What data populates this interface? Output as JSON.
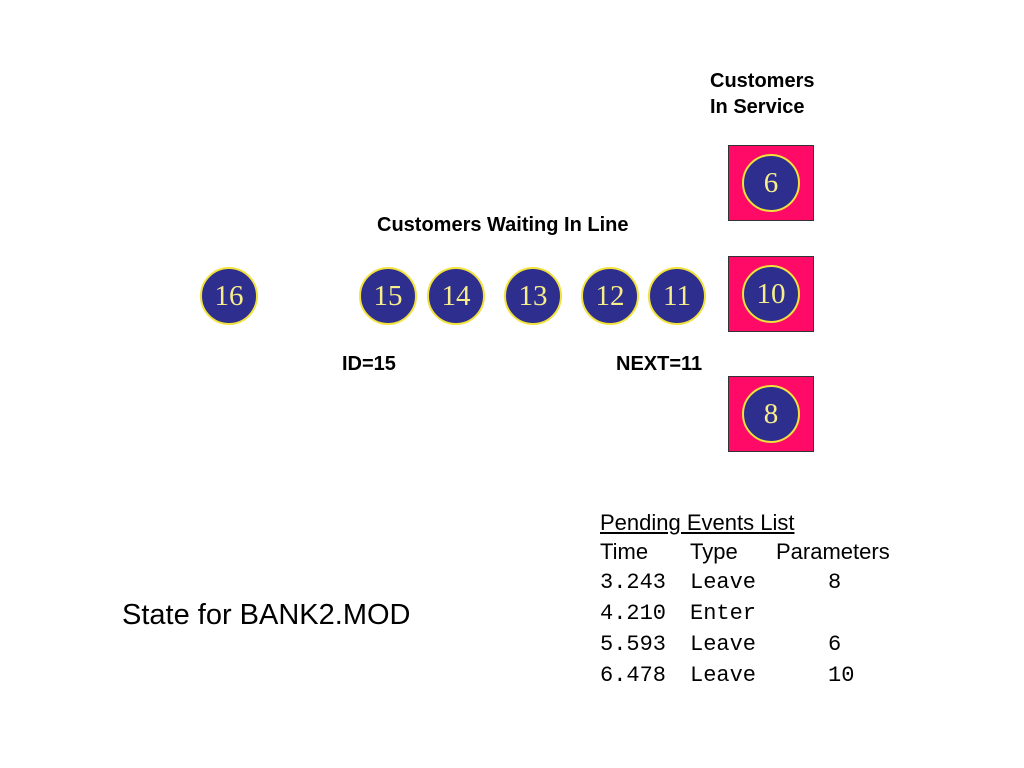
{
  "labels": {
    "in_service_line1": "Customers",
    "in_service_line2": "In Service",
    "waiting": "Customers Waiting In Line",
    "id": "ID=15",
    "next": "NEXT=11"
  },
  "arriving_customer": "16",
  "queue": [
    "15",
    "14",
    "13",
    "12",
    "11"
  ],
  "servers": [
    "6",
    "10",
    "8"
  ],
  "title": "State for BANK2.MOD",
  "pending_events": {
    "heading": "Pending Events List",
    "columns": [
      "Time",
      "Type",
      "Parameters"
    ],
    "rows": [
      {
        "time": "3.243",
        "type": "Leave",
        "param": "8"
      },
      {
        "time": "4.210",
        "type": "Enter",
        "param": ""
      },
      {
        "time": "5.593",
        "type": "Leave",
        "param": "6"
      },
      {
        "time": "6.478",
        "type": "Leave",
        "param": "10"
      }
    ]
  },
  "colors": {
    "circle_fill": "#2e2e8f",
    "circle_border": "#f2e23c",
    "circle_text": "#f7ee8a",
    "server_box": "#ff0a66"
  }
}
